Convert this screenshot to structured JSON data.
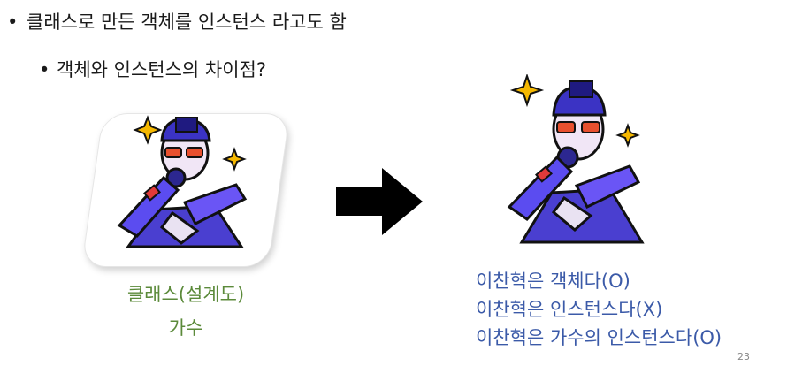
{
  "bullets": {
    "main": "클래스로 만든 객체를 인스턴스 라고도 함",
    "sub": "객체와 인스턴스의 차이점?"
  },
  "left_caption": {
    "line1": "클래스(설계도)",
    "line2": "가수"
  },
  "statements": [
    "이찬혁은 객체다(O)",
    "이찬혁은 인스턴스다(X)",
    "이찬혁은 가수의 인스턴스다(O)"
  ],
  "page_number": "23",
  "colors": {
    "caption_green": "#5b8a3a",
    "statement_blue": "#3b5aa8",
    "arrow": "#000000"
  },
  "icons": [
    "singer-illustration",
    "right-arrow-icon",
    "sparkle-icon"
  ]
}
